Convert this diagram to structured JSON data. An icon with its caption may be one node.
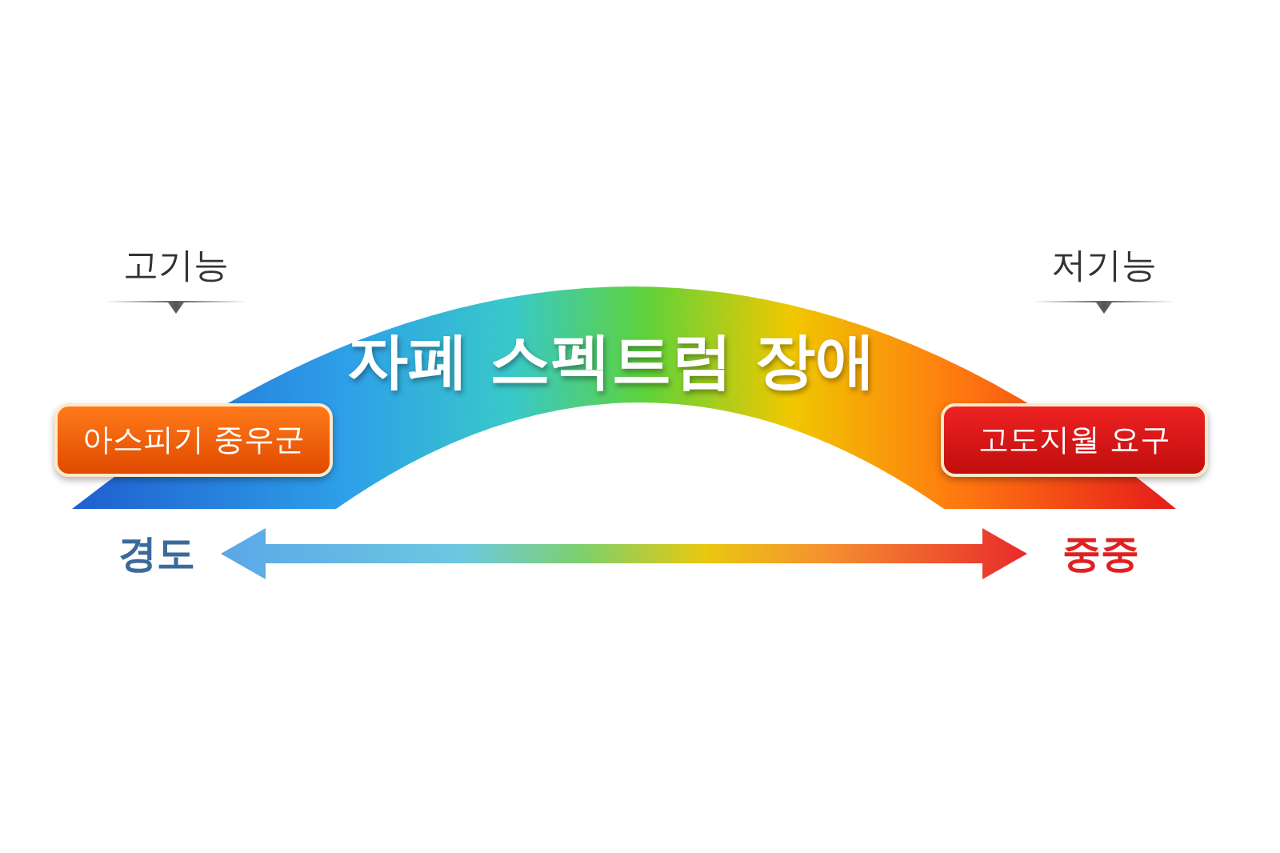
{
  "diagram": {
    "nodes": [
      {
        "text": [
          "자폐 스펙트럼 장애"
        ]
      },
      {
        "text": [
          "아스피기 중우군"
        ]
      },
      {
        "text": [
          "고도지월 요구"
        ]
      }
    ],
    "labels": [
      "고기능",
      "저기능",
      "경도",
      "중중"
    ]
  }
}
